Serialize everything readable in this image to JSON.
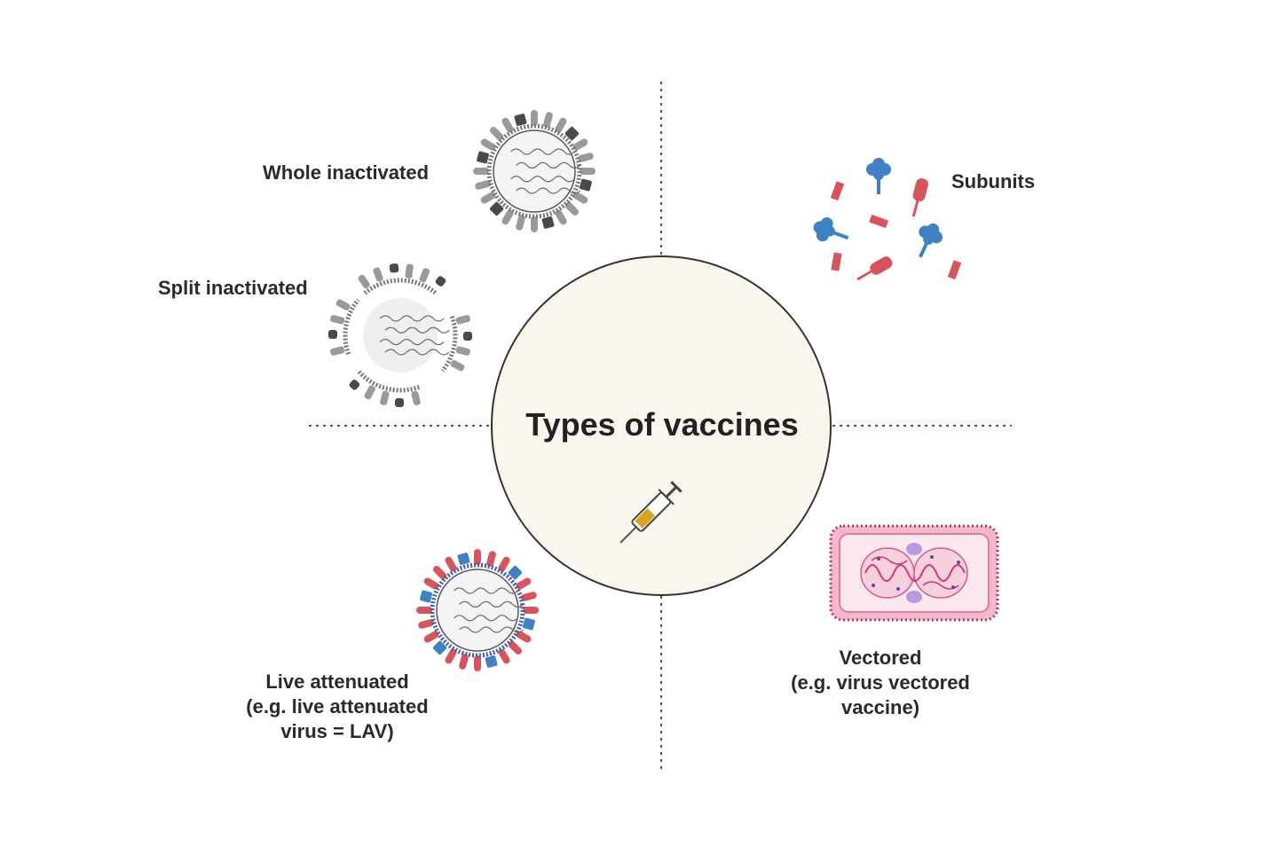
{
  "title": "Types of vaccines",
  "categories": [
    {
      "key": "whole",
      "label": "Whole inactivated",
      "icon": "whole-inactivated-virus-icon"
    },
    {
      "key": "split",
      "label": "Split inactivated",
      "icon": "split-inactivated-virus-icon"
    },
    {
      "key": "subunits",
      "label": "Subunits",
      "icon": "protein-subunits-icon"
    },
    {
      "key": "live",
      "label": "Live attenuated\n(e.g. live attenuated\nvirus = LAV)",
      "icon": "live-attenuated-virus-icon"
    },
    {
      "key": "vectored",
      "label": "Vectored\n(e.g. virus vectored\nvaccine)",
      "icon": "vector-cell-icon"
    }
  ],
  "center_icon": "syringe-icon",
  "colors": {
    "circle_fill": "#faf6ee",
    "circle_stroke": "#333333",
    "gray": "#8a8a8a",
    "dark_gray": "#4a4a4a",
    "red": "#d9535b",
    "blue": "#3f82c4",
    "pink": "#e27aa6",
    "syringe_fill": "#d9a21b"
  }
}
